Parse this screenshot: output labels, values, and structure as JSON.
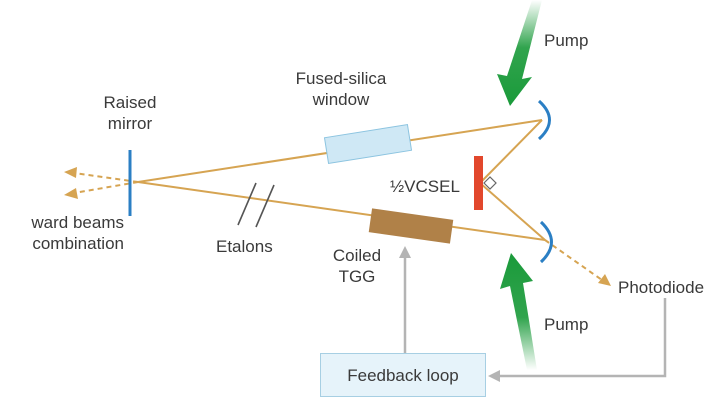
{
  "labels": {
    "raised_mirror": [
      "Raised",
      "mirror"
    ],
    "fused_silica_window": [
      "Fused-silica",
      "window"
    ],
    "pump_top": "Pump",
    "pump_bottom": "Pump",
    "half_vcsel": "½VCSEL",
    "forward_beams": [
      "ward beams",
      "combination"
    ],
    "etalons": "Etalons",
    "coiled_tgg": [
      "Coiled",
      "TGG"
    ],
    "photodiode": "Photodiode",
    "feedback_loop": "Feedback loop"
  },
  "colors": {
    "beam": "#d6a452",
    "pump_arrow": "#1a9a3a",
    "mirror": "#2b7fc4",
    "vcsel": "#e2472c",
    "window_fill": "#cfe8f5",
    "window_stroke": "#8cc4e0",
    "tgg_fill": "#b08148",
    "feedback_line": "#b4b4b4",
    "feedback_box_fill": "#e6f3fa",
    "etalon": "#555555"
  }
}
